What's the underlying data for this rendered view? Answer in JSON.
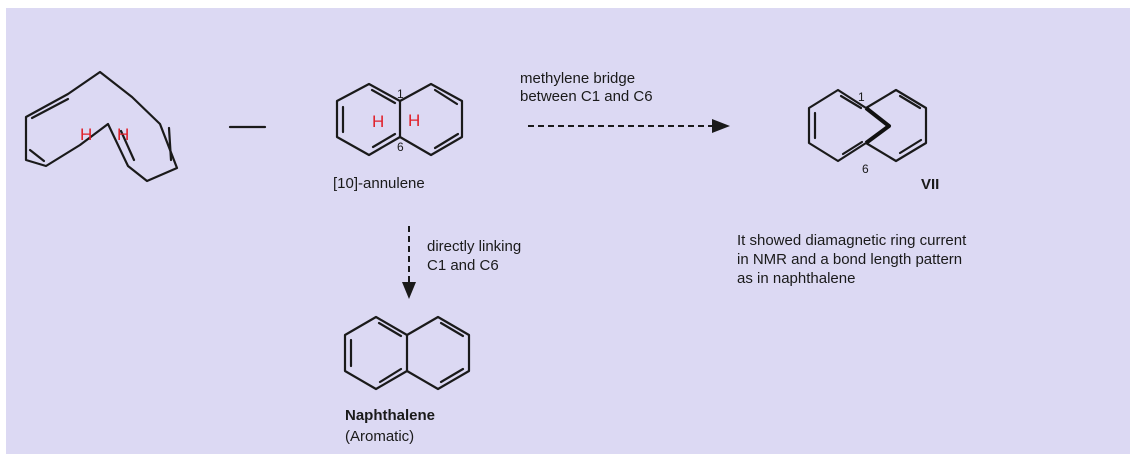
{
  "molecules": {
    "annulene_all_cis": {
      "h1": "H",
      "h2": "H"
    },
    "annulene_trans": {
      "name": "[10]-annulene",
      "c1": "1",
      "c6": "6",
      "h1": "H",
      "h2": "H"
    },
    "bridged": {
      "name": "VII",
      "c1": "1",
      "c6": "6"
    },
    "naphthalene": {
      "name": "Naphthalene",
      "note": "(Aromatic)"
    }
  },
  "arrows": {
    "bridge": {
      "line1": "methylene bridge",
      "line2": "between C1 and C6"
    },
    "link": {
      "line1": "directly linking",
      "line2": "C1 and C6"
    }
  },
  "observation": {
    "line1": "It showed diamagnetic ring current",
    "line2": "in NMR and a bond length pattern",
    "line3": "as in naphthalene"
  },
  "colors": {
    "background": "#dcd9f3",
    "hydrogen": "#e0202a"
  }
}
